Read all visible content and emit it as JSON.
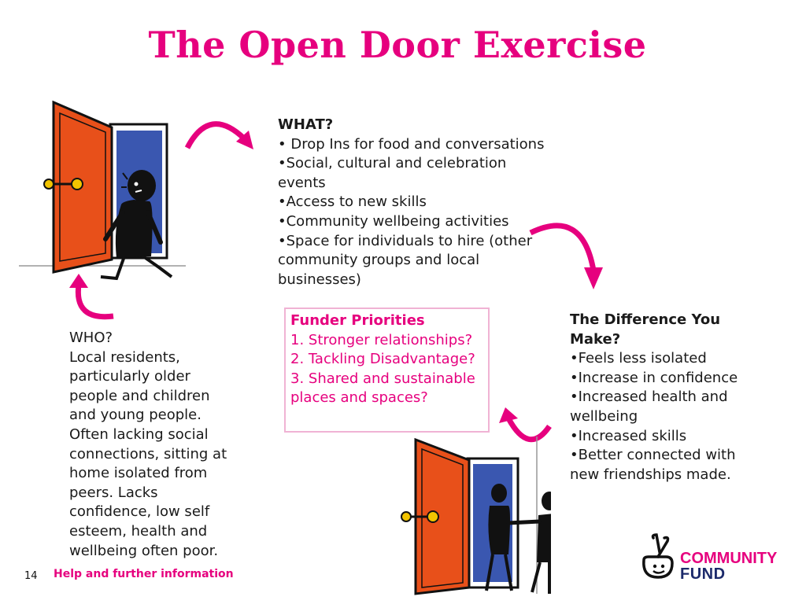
{
  "slide": {
    "title": "The Open Door Exercise",
    "page_number": "14",
    "help_link": "Help and further information"
  },
  "what": {
    "heading": "WHAT?",
    "lines": [
      "• Drop Ins for food and conversations",
      "•Social, cultural and celebration",
      "events",
      "•Access to new skills",
      "•Community wellbeing  activities",
      "•Space for individuals to hire (other",
      "community groups and local",
      "businesses)"
    ]
  },
  "who": {
    "heading": "WHO?",
    "lines": [
      "Local residents,",
      "particularly older",
      "people and children",
      "and young people.",
      "Often lacking social",
      "connections, sitting at",
      "home isolated from",
      "peers. Lacks",
      "confidence, low self",
      "esteem, health and",
      "wellbeing often poor."
    ]
  },
  "funder": {
    "heading": "Funder Priorities",
    "lines": [
      "1.  Stronger relationships?",
      "2.  Tackling Disadvantage?",
      "3.  Shared and sustainable",
      "places and spaces?"
    ]
  },
  "difference": {
    "heading_lines": [
      "The Difference You",
      "Make?"
    ],
    "lines": [
      "•Feels less isolated",
      "•Increase in confidence",
      "•Increased health and",
      "wellbeing",
      "•Increased skills",
      "•Better connected with",
      "new friendships made."
    ]
  },
  "logo": {
    "line1": "COMMUNITY",
    "line2": "FUND"
  },
  "colors": {
    "accent": "#e6007e",
    "door": "#e8501a",
    "door_inside": "#3a57b0",
    "logo_navy": "#1c2a6b"
  }
}
